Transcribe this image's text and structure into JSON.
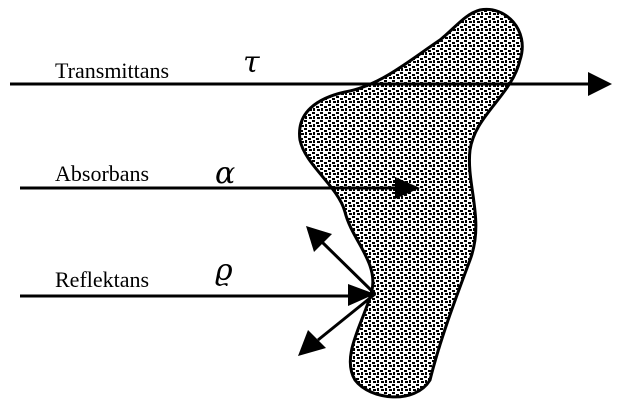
{
  "rays": {
    "transmittance": {
      "label": "Transmittans",
      "symbol": "τ"
    },
    "absorbance": {
      "label": "Absorbans",
      "symbol": "α"
    },
    "reflectance": {
      "label": "Reflektans",
      "symbol": "ϱ"
    }
  },
  "colors": {
    "ink": "#000000",
    "background": "#ffffff",
    "body_fill_pattern": "stippled"
  }
}
